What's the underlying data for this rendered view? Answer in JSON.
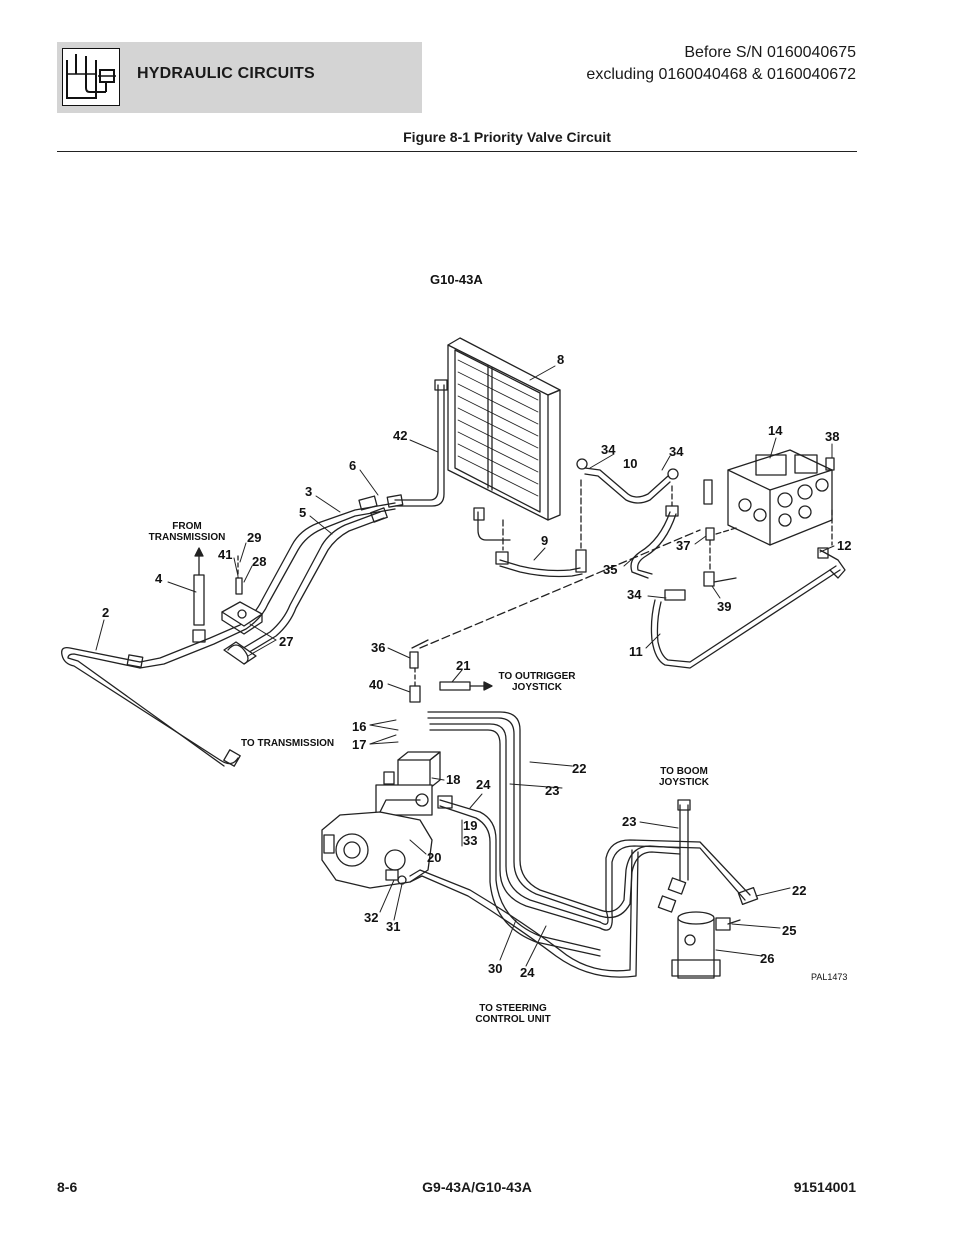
{
  "header": {
    "section_title": "HYDRAULIC CIRCUITS",
    "serial_line1": "Before S/N 0160040675",
    "serial_line2": "excluding 0160040468 & 0160040672",
    "icon": "hydraulic-tank-icon"
  },
  "figure": {
    "title": "Figure 8-1 Priority Valve Circuit",
    "model": "G10-43A",
    "drawing_id": "PAL1473",
    "labels": {
      "from_transmission": [
        "FROM",
        "TRANSMISSION"
      ],
      "to_transmission": "TO TRANSMISSION",
      "to_outrigger": [
        "TO OUTRIGGER",
        "JOYSTICK"
      ],
      "to_boom": [
        "TO BOOM",
        "JOYSTICK"
      ],
      "to_steering": [
        "TO STEERING",
        "CONTROL UNIT"
      ]
    },
    "callouts": [
      "8",
      "42",
      "6",
      "3",
      "5",
      "34",
      "10",
      "34",
      "14",
      "38",
      "29",
      "41",
      "28",
      "9",
      "37",
      "12",
      "4",
      "35",
      "34",
      "39",
      "2",
      "27",
      "11",
      "36",
      "21",
      "40",
      "16",
      "17",
      "22",
      "23",
      "18",
      "24",
      "19",
      "33",
      "20",
      "23",
      "22",
      "32",
      "31",
      "30",
      "24",
      "25",
      "26"
    ]
  },
  "footer": {
    "page": "8-6",
    "model": "G9-43A/G10-43A",
    "doc_number": "91514001"
  }
}
